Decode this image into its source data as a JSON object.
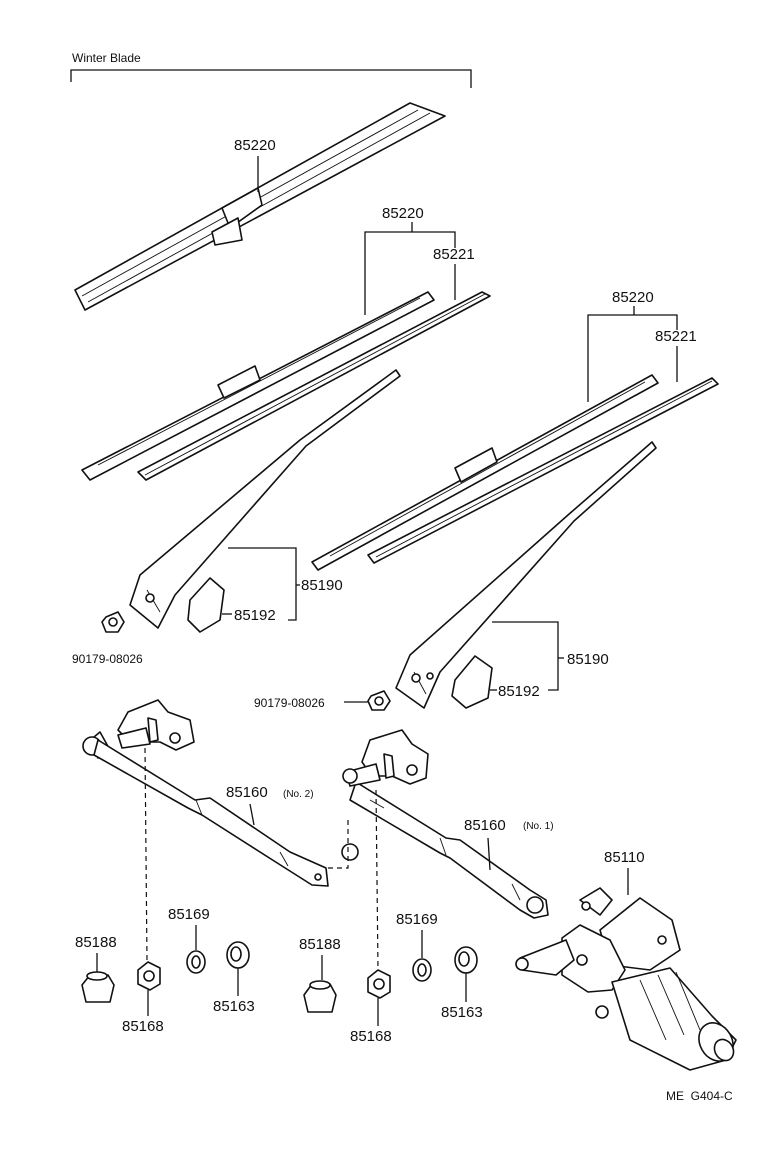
{
  "header": {
    "title": "Winter Blade"
  },
  "labels": {
    "blade_winter": "85220",
    "blade_left": "85220",
    "refill_left": "85221",
    "blade_right": "85220",
    "refill_right": "85221",
    "arm_left": "85190",
    "arm_cover_left": "85192",
    "nut_left": "90179-08026",
    "arm_right": "85190",
    "arm_cover_right": "85192",
    "nut_right": "90179-08026",
    "link_no2": "85160",
    "link_no2_tag": "(No. 2)",
    "link_no1": "85160",
    "link_no1_tag": "(No. 1)",
    "motor": "85110",
    "bushing_left": "85188",
    "nut_bushing_left": "85168",
    "washer_left": "85169",
    "seal_left": "85163",
    "bushing_right": "85188",
    "nut_bushing_right": "85168",
    "washer_right": "85169",
    "seal_right": "85163"
  },
  "footer": {
    "code": "ME  G404-C"
  }
}
